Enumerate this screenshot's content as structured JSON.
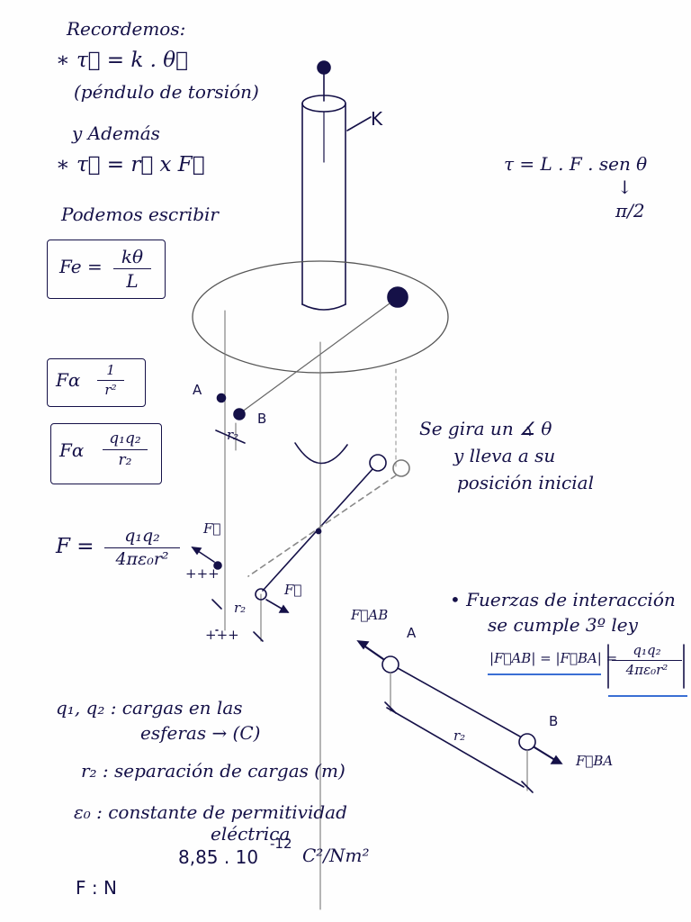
{
  "notes": {
    "recordemos": "Recordemos:",
    "torque_k_theta": "∗ τ⃗ = k . θ⃗",
    "pendulo_torsion": "(péndulo de torsión)",
    "y_ademas": "y Además",
    "torque_cross": "∗ τ⃗ = r⃗ x F⃗",
    "podemos_escribir": "Podemos escribir",
    "fe_lhs": "Fe =",
    "fe_num": "kθ",
    "fe_den": "L",
    "prop1_lhs": "Fα",
    "prop1_num": "1",
    "prop1_den": "r²",
    "prop2_lhs": "Fα",
    "prop2_num": "q₁q₂",
    "prop2_den": "r₂",
    "coulomb_lhs": "F =",
    "coulomb_num": "q₁q₂",
    "coulomb_den": "4πε₀r²",
    "torque_sin": "τ = L . F . sen θ",
    "arrow_down": "↓",
    "pi_half": "π/2"
  },
  "diagram": {
    "label_k": "K",
    "label_a": "A",
    "label_b": "B",
    "label_r2_top": "r₂",
    "label_r2_mid": "r₂",
    "label_f_up": "F⃗",
    "label_f_down": "F⃗",
    "plus_charges_1": "+++",
    "plus_charges_2": "+++",
    "rotation_note_1": "Se gira un ∡ θ",
    "rotation_note_2": "y lleva a su",
    "rotation_note_3": "posición inicial"
  },
  "interaction": {
    "title": "• Fuerzas de interacción",
    "third_law": "se cumple 3º ley",
    "equation_lhs": "|F⃗AB| = |F⃗BA| =",
    "equation_num": "q₁q₂",
    "equation_den": "4πε₀r²",
    "label_fab": "F⃗AB",
    "label_fba": "F⃗BA",
    "label_a": "A",
    "label_b": "B",
    "label_r2": "r₂"
  },
  "legend": {
    "q_line1": "q₁, q₂ : cargas en las",
    "q_line2": "esferas → (C)",
    "r_line": "r₂ : separación de cargas (m)",
    "e_line1": "ε₀ : constante de permitividad",
    "e_line2": "eléctrica",
    "e_value": "8,85 . 10",
    "e_exp": "-12",
    "e_unit": "C²/Nm²",
    "f_unit": "F :  N"
  },
  "colors": {
    "ink": "#151148",
    "underline": "#3a6fd4",
    "pencil": "#8a8a8a"
  }
}
